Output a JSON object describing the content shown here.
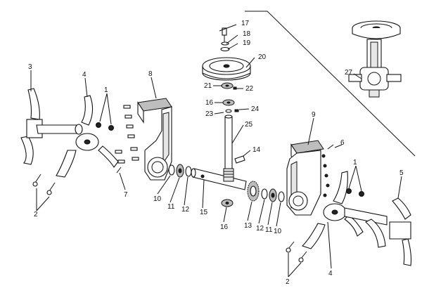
{
  "callouts": {
    "c17": "17",
    "c18": "18",
    "c19": "19",
    "c20": "20",
    "c21": "21",
    "c22": "22",
    "c16a": "16",
    "c23": "23",
    "c24": "24",
    "c25": "25",
    "c14": "14",
    "c27": "27",
    "c3": "3",
    "c4a": "4",
    "c1a": "1",
    "c8": "8",
    "c7": "7",
    "c2a": "2",
    "c10a": "10",
    "c11a": "11",
    "c12a": "12",
    "c15": "15",
    "c16b": "16",
    "c13": "13",
    "c12b": "12",
    "c11b": "11",
    "c10b": "10",
    "c9": "9",
    "c6": "6",
    "c1b": "1",
    "c5": "5",
    "c4b": "4",
    "c2b": "2"
  }
}
